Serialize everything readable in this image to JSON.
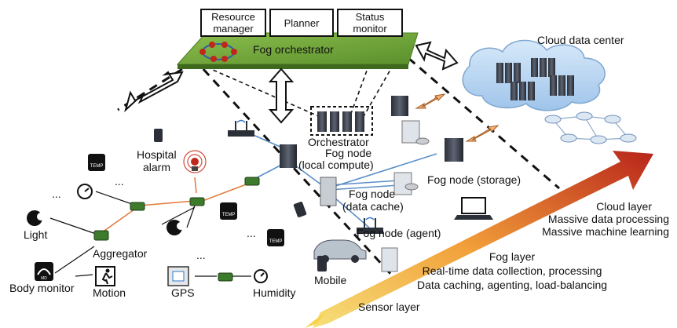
{
  "orchestrator": {
    "title": "Fog orchestrator",
    "modules": [
      {
        "line1": "Resource",
        "line2": "manager"
      },
      {
        "line1": "Planner",
        "line2": ""
      },
      {
        "line1": "Status",
        "line2": "monitor"
      }
    ]
  },
  "cloud": {
    "title": "Cloud data center"
  },
  "fog_nodes": {
    "orchestrator_label": "Orchestrator",
    "local_compute_l1": "Fog node",
    "local_compute_l2": "(local compute)",
    "storage": "Fog node (storage)",
    "data_cache_l1": "Fog node",
    "data_cache_l2": "(data cache)",
    "agent": "Fog node (agent)"
  },
  "devices": {
    "hospital_alarm_l1": "Hospital",
    "hospital_alarm_l2": "alarm",
    "light": "Light",
    "aggregator": "Aggregator",
    "body_monitor": "Body monitor",
    "motion": "Motion",
    "gps": "GPS",
    "humidity": "Humidity",
    "mobile": "Mobile",
    "temp_badge": "TEMP",
    "md_badge": "MD",
    "ellipsis": "..."
  },
  "layers": {
    "cloud": {
      "title": "Cloud layer",
      "line1": "Massive data processing",
      "line2": "Massive machine learning"
    },
    "fog": {
      "title": "Fog layer",
      "line1": "Real-time data collection, processing",
      "line2": "Data caching, agenting, load-balancing"
    },
    "sensor": {
      "title": "Sensor layer"
    }
  },
  "colors": {
    "platform_green": "#6fa33c",
    "cloud_blue": "#b9d6f2",
    "arrow_red": "#c0271a",
    "arrow_orange": "#f2a03a",
    "arrow_yellow": "#f6d24a",
    "link_blue": "#5b8fc9",
    "link_orange": "#e07a3a"
  }
}
